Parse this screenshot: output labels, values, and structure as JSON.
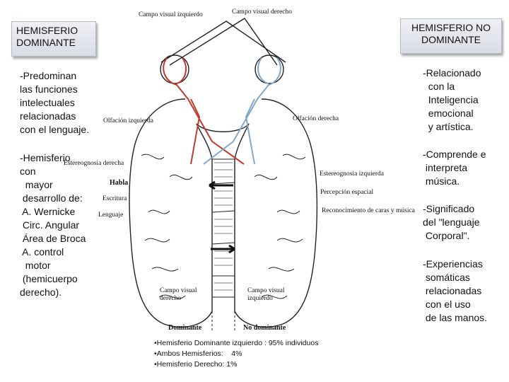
{
  "header": {
    "left_title": "HEMISFERIO DOMINANTE",
    "right_title": "HEMISFERIO NO DOMINANTE"
  },
  "left_text": {
    "block1": "-Predominan\nlas funciones\nintelectuales\nrelacionadas\ncon el lenguaje.",
    "block2": "-Hemisferio\ncon\n  mayor\n desarrollo de:\n A. Wernicke\n Circ. Angular\n Área de Broca\n A. control\n  motor\n (hemicuerpo\nderecho)."
  },
  "right_text": {
    "block1": "-Relacionado\n  con la\n  Inteligencia\n  emocional\n  y artística.",
    "block2": "-Comprende e\n interpreta\n música.",
    "block3": "-Significado\ndel \"lenguaje\n Corporal\".",
    "block4": "-Experiencias\n somáticas\n relacionadas\n con el uso\n de las manos."
  },
  "diagram_labels": {
    "campo_izq_top": "Campo visual izquierdo",
    "campo_der_top": "Campo visual derecho",
    "olfaccion_izq": "Olfación izquierda",
    "olfaccion_der": "Olfación derecha",
    "estereognosia_der": "Estereognosia derecha",
    "estereognosia_izq": "Estereognosia izquierda",
    "habla": "Habla",
    "escritura": "Escritura",
    "lenguaje": "Lenguaje",
    "percepcion": "Percepción espacial",
    "reconocimiento": "Reconocimiento de caras y música",
    "campo_der_bottom": "Campo visual\nderecho",
    "campo_izq_bottom": "Campo visual\nizquierdo",
    "dominante": "Dominante",
    "no_dominante": "No dominante"
  },
  "stats": {
    "line1": "•Hemisferio Dominante izquierdo : 95% individuos",
    "line2": "•Ambos Hemisferios:    4%",
    "line3": "•Hemisferio Derecho: 1%"
  },
  "colors": {
    "left_path": "#c0392b",
    "right_path": "#7fa7c7",
    "outline": "#222222",
    "box_border": "#b5bac4"
  }
}
